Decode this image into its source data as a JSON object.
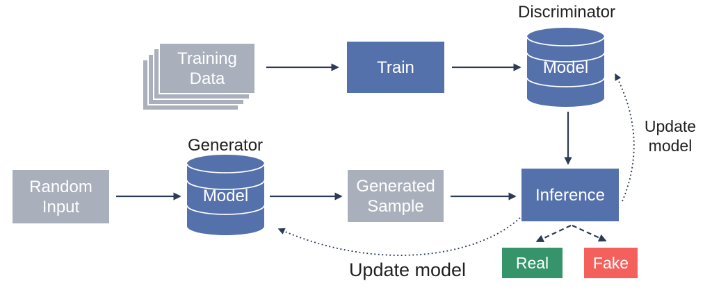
{
  "colors": {
    "blue": "#5571ab",
    "gray": "#a9b0bc",
    "green": "#35946a",
    "red": "#f4615d",
    "arrow": "#2b3a55",
    "label_text": "#212121",
    "node_text": "#ffffff",
    "background": "#ffffff"
  },
  "nodes": {
    "training_data": {
      "label": "Training\nData"
    },
    "train": {
      "label": "Train"
    },
    "discriminator": {
      "title": "Discriminator",
      "label": "Model"
    },
    "random_input": {
      "label": "Random\nInput"
    },
    "generator": {
      "title": "Generator",
      "label": "Model"
    },
    "generated_sample": {
      "label": "Generated\nSample"
    },
    "inference": {
      "label": "Inference"
    },
    "real": {
      "label": "Real"
    },
    "fake": {
      "label": "Fake"
    }
  },
  "annotations": {
    "update_model_discriminator": "Update\nmodel",
    "update_model_generator": "Update model"
  }
}
